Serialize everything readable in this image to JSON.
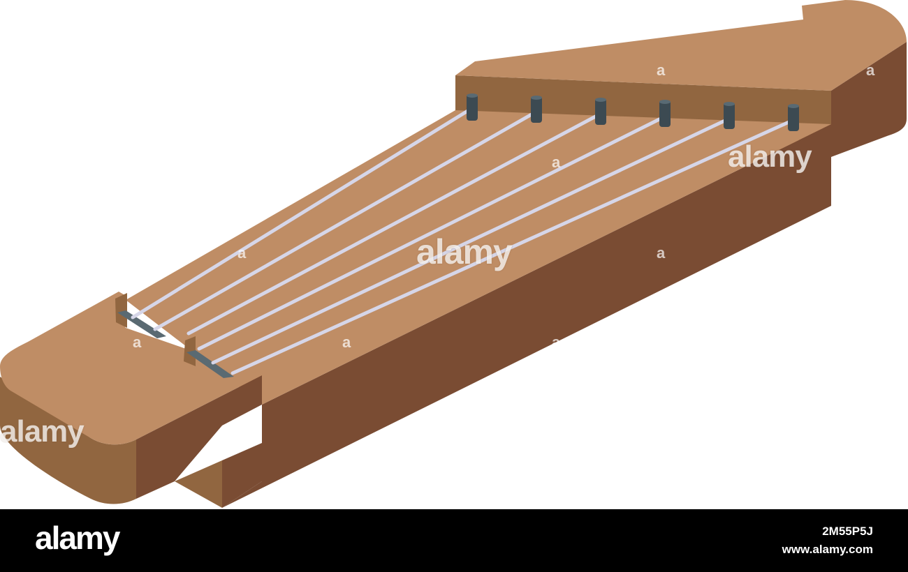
{
  "illustration": {
    "subject": "wooden zither instrument isometric icon",
    "icon_name": "zither-icon",
    "string_count": 6,
    "colors": {
      "top": "#BF8D65",
      "side": "#7A4C33",
      "side_light": "#916640",
      "string": "#D6D6E8",
      "peg": "#3C4A52"
    }
  },
  "watermarks": {
    "center": "alamy",
    "right": "alamy",
    "left": "alamy",
    "small": "a"
  },
  "footer": {
    "brand": "alamy",
    "image_id": "2M55P5J",
    "site": "www.alamy.com"
  }
}
